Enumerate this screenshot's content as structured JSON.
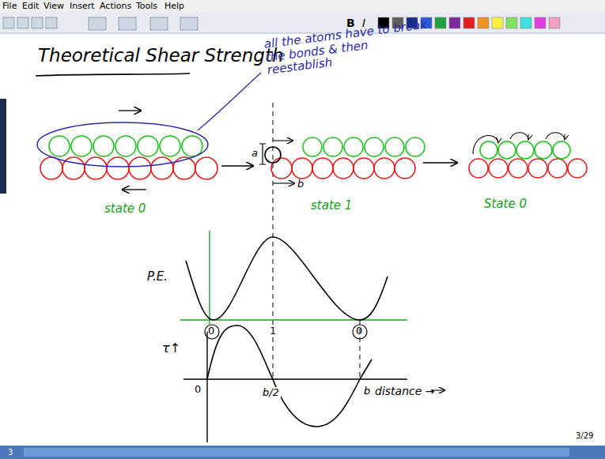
{
  "diagram": {
    "title": "Theoretical Shear Strength",
    "labels": [
      "File",
      "Edit",
      "View",
      "Insert",
      "Actions",
      "Tools",
      "Help",
      "B",
      "I",
      "all the atoms have to break the bonds & then reestablish",
      "a",
      "b",
      "state 0",
      "state 1",
      "State 0",
      "P.E.",
      "0",
      "1",
      "0",
      "τ↑",
      "0",
      "b/2",
      "b",
      "distance →",
      "3/29",
      "3"
    ]
  }
}
